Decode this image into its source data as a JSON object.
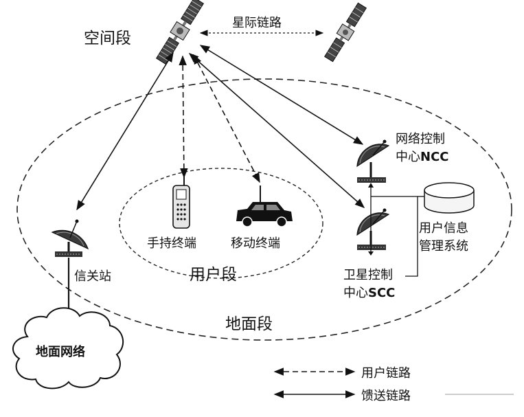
{
  "labels": {
    "space_segment": "空间段",
    "inter_satellite_link": "星际链路",
    "ncc_line1": "网络控制",
    "ncc_line2_prefix": "中心",
    "ncc_line2_code": "NCC",
    "user_info_line1": "用户信息",
    "user_info_line2": "管理系统",
    "handheld_terminal": "手持终端",
    "mobile_terminal": "移动终端",
    "user_segment": "用户段",
    "gateway": "信关站",
    "scc_line1": "卫星控制",
    "scc_line2_prefix": "中心",
    "scc_line2_code": "SCC",
    "ground_segment": "地面段",
    "ground_network": "地面网络"
  },
  "legend": {
    "user_link": "用户链路",
    "feeder_link": "馈送链路"
  }
}
